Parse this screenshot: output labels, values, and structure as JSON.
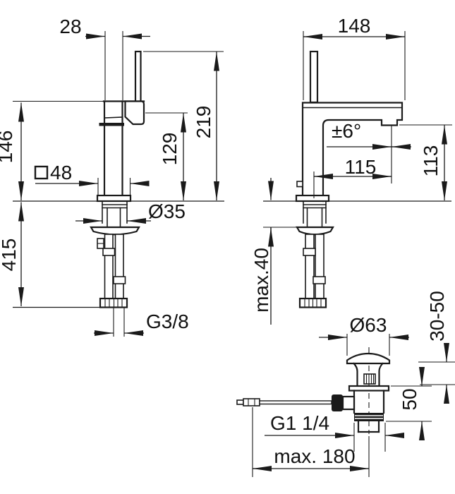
{
  "drawing": {
    "type": "technical-installation-drawing",
    "colors": {
      "line": "#1a1a1a",
      "background": "#ffffff"
    },
    "labels": {
      "spout_width": "28",
      "spout_reach_total": "148",
      "body_height": "146",
      "aerator_height": "129",
      "total_height": "219",
      "base_square": "48",
      "base_square_symbol": "□",
      "deck_hole_diameter": "Ø35",
      "hose_length": "415",
      "supply_thread": "G3/8",
      "swivel_angle": "±6°",
      "spout_projection": "115",
      "outlet_height": "113",
      "max_deck_thickness": "max.40",
      "waste_cap_diameter": "Ø63",
      "basin_clamp_range": "30-50",
      "waste_body_height": "50",
      "waste_thread": "G1 1/4",
      "pull_rod_length": "max. 180"
    }
  }
}
